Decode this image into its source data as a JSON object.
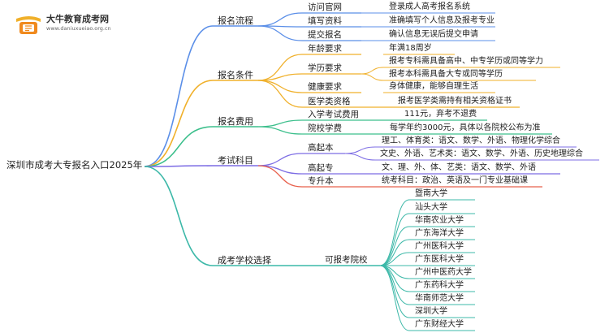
{
  "brand": {
    "name": "大牛教育成考网",
    "url": "www.daniuxueiao.org.cn"
  },
  "colors": {
    "blue": "#5b8fe8",
    "orange": "#f0b02a",
    "green": "#3cbf8c",
    "purple": "#7c6ce4",
    "red": "#e8604c",
    "teal": "#3cb8a8"
  },
  "root": "深圳市成考大专报名入口2025年",
  "branches": [
    {
      "label": "报名流程",
      "items": [
        {
          "label": "访问官网",
          "value": "登录成人高考报名系统"
        },
        {
          "label": "填写资料",
          "value": "准确填写个人信息及报考专业"
        },
        {
          "label": "提交报名",
          "value": "确认信息无误后提交申请"
        }
      ]
    },
    {
      "label": "报名条件",
      "items": [
        {
          "label": "年龄要求",
          "values": [
            "年满18周岁"
          ]
        },
        {
          "label": "学历要求",
          "values": [
            "报考专科需具备高中、中专学历或同等学力",
            "报考本科需具备大专或同等学历"
          ]
        },
        {
          "label": "健康要求",
          "values": [
            "身体健康，能够自理生活"
          ]
        },
        {
          "label": "医学类资格",
          "values": [
            "报考医学类需持有相关资格证书"
          ]
        }
      ]
    },
    {
      "label": "报名费用",
      "items": [
        {
          "label": "入学考试费用",
          "value": "111元，弃考不退费"
        },
        {
          "label": "院校学费",
          "value": "每学年约3000元，具体以各院校公布为准"
        }
      ]
    },
    {
      "label": "考试科目",
      "items": [
        {
          "label": "高起本",
          "values": [
            "理工、体育类：语文、数学、外语、物理化学综合",
            "文史、外语、艺术类：语文、数学、外语、历史地理综合"
          ]
        },
        {
          "label": "高起专",
          "values": [
            "文、理、外、体、艺类：语文、数学、外语"
          ]
        },
        {
          "label": "专升本",
          "values": [
            "统考科目：政治、英语及一门专业基础课"
          ]
        }
      ]
    },
    {
      "label": "成考学校选择",
      "sub": "可报考院校",
      "schools": [
        "暨南大学",
        "汕头大学",
        "华南农业大学",
        "广东海洋大学",
        "广州医科大学",
        "广东医科大学",
        "广州中医药大学",
        "广东药科大学",
        "华南师范大学",
        "深圳大学",
        "广东财经大学"
      ]
    }
  ]
}
